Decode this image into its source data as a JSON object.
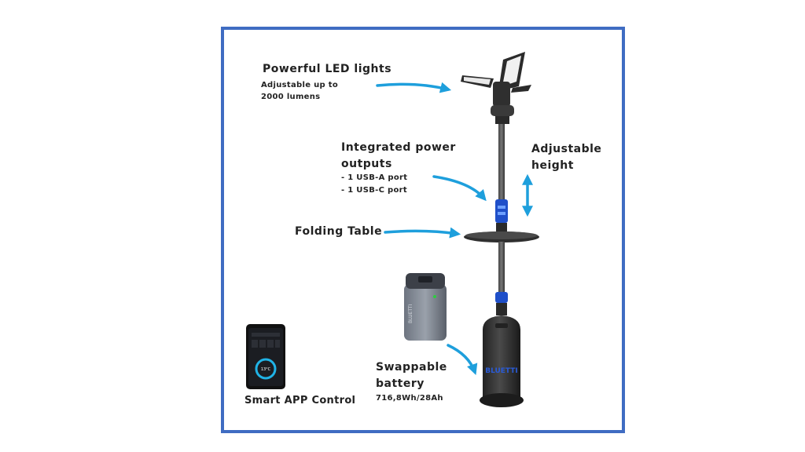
{
  "callouts": {
    "led": {
      "title": "Powerful LED lights",
      "line1": "Adjustable up to",
      "line2": "2000 lumens"
    },
    "power": {
      "title1": "Integrated power",
      "title2": "outputs",
      "line1": "- 1 USB-A port",
      "line2": "- 1 USB-C port"
    },
    "height": {
      "title1": "Adjustable",
      "title2": "height"
    },
    "table": {
      "title": "Folding Table"
    },
    "battery": {
      "title1": "Swappable",
      "title2": "battery",
      "spec": "716,8Wh/28Ah"
    },
    "app": {
      "title": "Smart APP Control"
    }
  },
  "product": {
    "brand": "BLUETTI"
  },
  "phone": {
    "temperature": "13°C"
  },
  "colors": {
    "frame": "#3f6cc2",
    "arrow": "#1e9fdc",
    "accent": "#2a5bd7"
  },
  "icons": [
    "arrow-right-icon",
    "double-arrow-vertical-icon",
    "arrow-down-icon"
  ]
}
